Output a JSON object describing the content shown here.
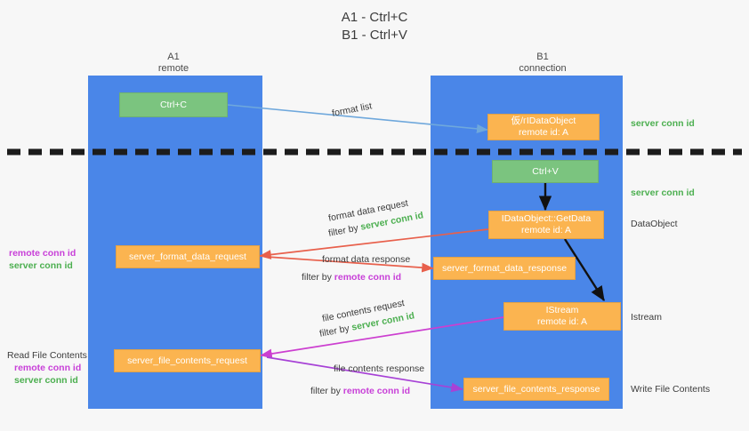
{
  "title": {
    "line1": "A1 - Ctrl+C",
    "line2": "B1 - Ctrl+V"
  },
  "columns": [
    {
      "name": "A1",
      "role": "remote"
    },
    {
      "name": "B1",
      "role": "connection"
    }
  ],
  "colors": {
    "lane": "#4a86e8",
    "node_orange": "#fbb450",
    "node_green": "#7bc47f",
    "server_conn": "#4caf50",
    "remote_conn": "#c840d8",
    "arrow_blue": "#6fa8dc",
    "arrow_red": "#e8604c",
    "arrow_magenta": "#cc3fd0",
    "arrow_purple": "#a councillor",
    "divider": "#1c1c1c"
  },
  "nodes": {
    "ctrl_c": {
      "l1": "Ctrl+C",
      "l2": ""
    },
    "ctrl_v": {
      "l1": "Ctrl+V",
      "l2": ""
    },
    "idataobject": {
      "l1": "仮/гIDataObject",
      "l2": "remote id: A"
    },
    "getdata": {
      "l1": "IDataObject::GetData",
      "l2": "remote id: A"
    },
    "istream": {
      "l1": "IStream",
      "l2": "remote id: A"
    },
    "fmt_req": {
      "l1": "server_format_data_request",
      "l2": ""
    },
    "fmt_resp": {
      "l1": "server_format_data_response",
      "l2": ""
    },
    "file_req": {
      "l1": "server_file_contents_request",
      "l2": ""
    },
    "file_resp": {
      "l1": "server_file_contents_response",
      "l2": ""
    }
  },
  "arrow_labels": {
    "format_list": "format list",
    "fmt_data_request": "format data request",
    "fmt_data_request_filter_prefix": "filter by ",
    "fmt_data_request_filter_key": "server conn id",
    "fmt_data_response": "format data response",
    "fmt_data_response_filter_prefix": "filter by ",
    "fmt_data_response_filter_key": "remote conn id",
    "file_contents_request": "file contents request",
    "file_contents_request_filter_prefix": "filter by ",
    "file_contents_request_filter_key": "server conn id",
    "file_contents_response": "file contents response",
    "file_contents_response_filter_prefix": "filter by ",
    "file_contents_response_filter_key": "remote conn id"
  },
  "left_notes": {
    "mid_remote": "remote conn id",
    "mid_server": "server conn id",
    "read_file_contents": "Read File Contents",
    "bottom_remote": "remote conn id",
    "bottom_server": "server conn id"
  },
  "right_notes": {
    "server_conn_top": "server conn id",
    "server_conn_mid": "server conn id",
    "dataobject": "DataObject",
    "istream": "Istream",
    "write_file_contents": "Write File Contents"
  }
}
